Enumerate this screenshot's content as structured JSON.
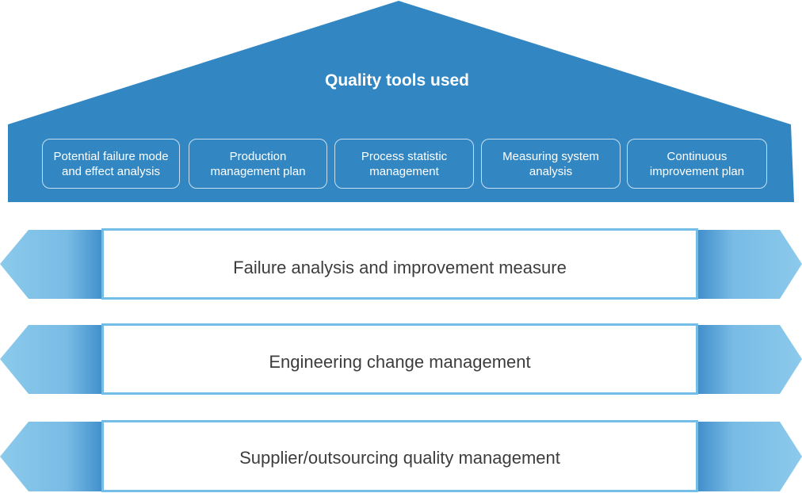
{
  "roof": {
    "title": "Quality tools used",
    "tools": [
      "Potential failure mode and effect analysis",
      "Production management plan",
      "Process statistic management",
      "Measuring system analysis",
      "Continuous improvement plan"
    ]
  },
  "pillars": [
    "Failure analysis and improvement measure",
    "Engineering change management",
    "Supplier/outsourcing quality management"
  ],
  "colors": {
    "roof_blue": "#3287c3",
    "arrow_light": "#86c6ea",
    "arrow_dark": "#3f8dcb",
    "box_border": "#74bde6",
    "label_text": "#3d3d3d"
  }
}
